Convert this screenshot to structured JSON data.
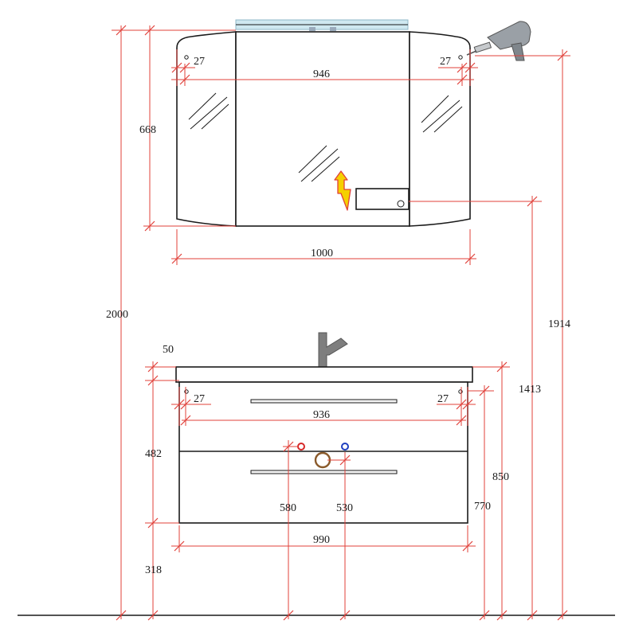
{
  "dimensions": {
    "total_height": "2000",
    "mirror_height": "668",
    "mirror_width": "1000",
    "mirror_inner_width": "946",
    "mirror_left_offset": "27",
    "mirror_right_offset": "27",
    "mirror_top_height": "1914",
    "mirror_socket_height": "1413",
    "basin_top_thickness": "50",
    "cabinet_height": "482",
    "floor_clearance": "318",
    "cabinet_inner_width": "936",
    "cabinet_left_offset": "27",
    "cabinet_right_offset": "27",
    "cabinet_width": "990",
    "hot_pipe_height": "580",
    "cold_pipe_height": "530",
    "cabinet_top_height": "850",
    "cabinet_mount_height": "770"
  },
  "colors": {
    "dimension_line": "#e0403a",
    "outline": "#1a1a1a",
    "hot_pipe": "#d62828",
    "cold_pipe": "#1f3fbf",
    "drain": "#8a5a2b",
    "warning_fill": "#f5d000",
    "warning_stroke": "#e0403a",
    "light_bar": "#cfe8f0"
  },
  "icons": [
    "drill-icon",
    "electrical-warning-icon",
    "socket-icon",
    "faucet-icon"
  ]
}
